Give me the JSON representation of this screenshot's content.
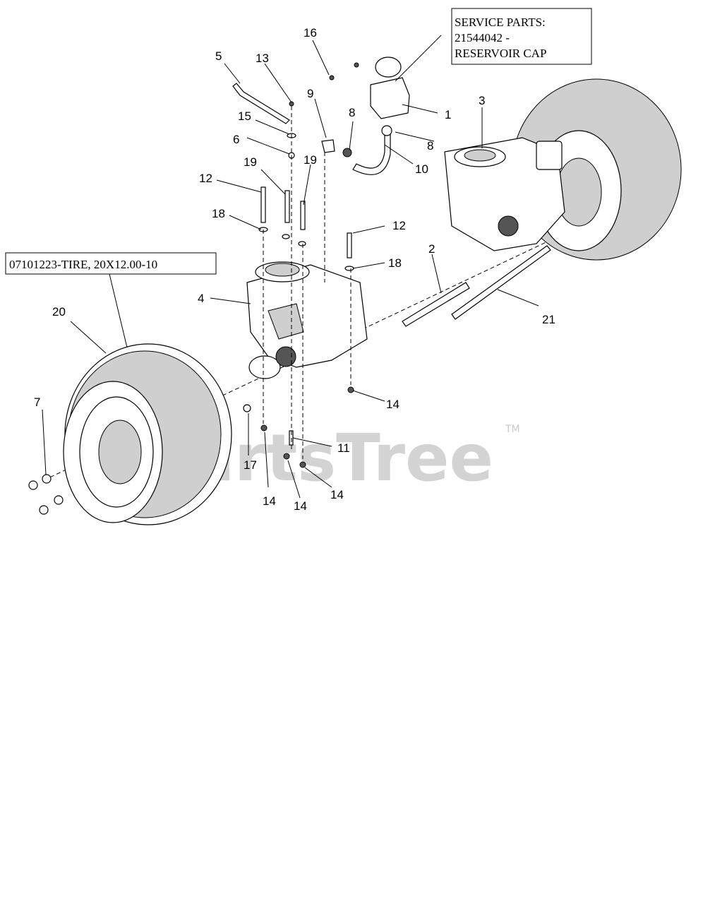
{
  "callouts": {
    "c1": "1",
    "c2": "2",
    "c3": "3",
    "c4": "4",
    "c5": "5",
    "c6": "6",
    "c7": "7",
    "c8a": "8",
    "c8b": "8",
    "c9": "9",
    "c10": "10",
    "c11": "11",
    "c12a": "12",
    "c12b": "12",
    "c13": "13",
    "c14a": "14",
    "c14b": "14",
    "c14c": "14",
    "c14d": "14",
    "c15": "15",
    "c16": "16",
    "c17": "17",
    "c18a": "18",
    "c18b": "18",
    "c19a": "19",
    "c19b": "19",
    "c20": "20",
    "c21": "21"
  },
  "service_box": {
    "line1": "SERVICE PARTS:",
    "line2": "21544042 -",
    "line3": "RESERVOIR CAP"
  },
  "tire_box": {
    "text": "07101223-TIRE, 20X12.00-10"
  },
  "watermark": {
    "text": "PartsTree",
    "tm": "TM"
  }
}
